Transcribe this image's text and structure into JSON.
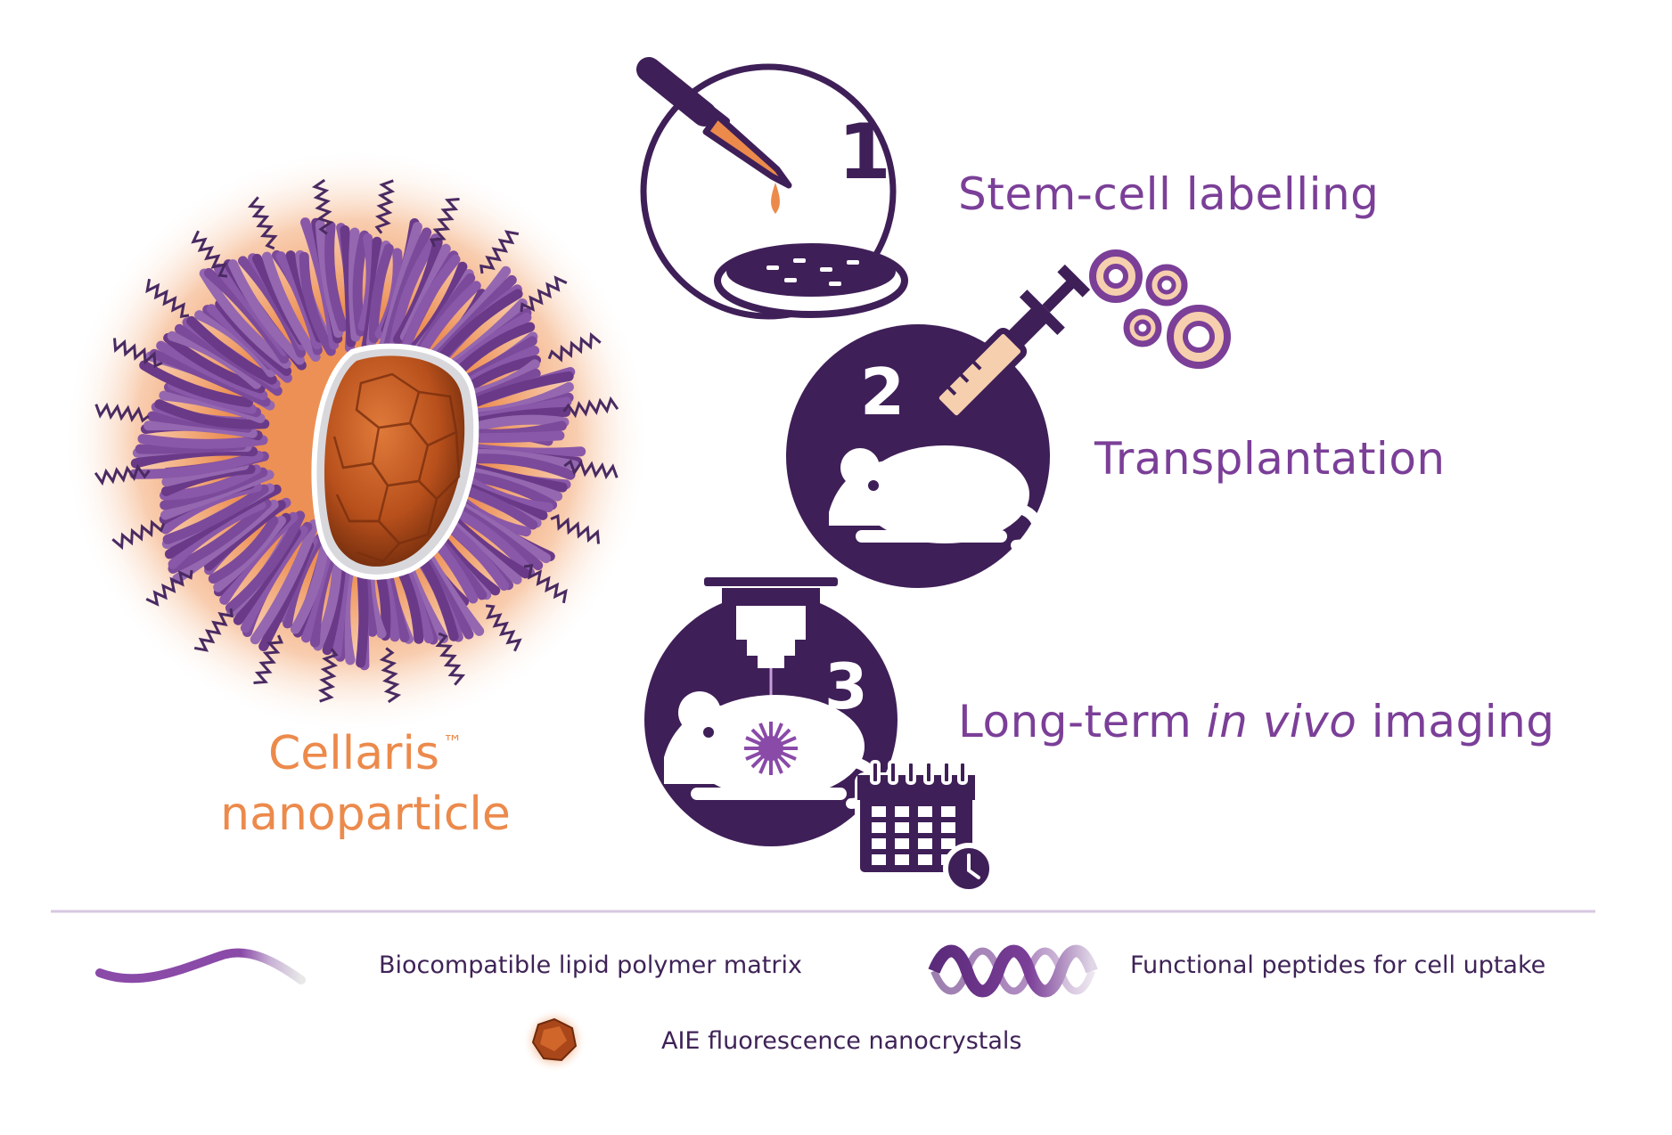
{
  "colors": {
    "purple_dark": "#3f1f58",
    "purple_mid": "#7b3f98",
    "purple_light": "#9b6bb5",
    "orange": "#ec8a4c",
    "orange_dark": "#c85a1e",
    "peach": "#f6cfae"
  },
  "particle": {
    "name": "Cellaris",
    "trademark": "™",
    "subtitle": "nanoparticle"
  },
  "steps": [
    {
      "number": "1",
      "title": "Stem-cell labelling",
      "icon": "dropper-petri-dish-icon"
    },
    {
      "number": "2",
      "title": "Transplantation",
      "icon": "syringe-mouse-icon"
    },
    {
      "number": "3",
      "title_prefix": "Long-term ",
      "title_italic": "in vivo",
      "title_suffix": " imaging",
      "icon": "microscope-mouse-icon"
    }
  ],
  "legend": [
    {
      "text": "Biocompatible lipid polymer matrix",
      "icon": "lipid-strand-icon"
    },
    {
      "text": "Functional peptides for cell uptake",
      "icon": "peptide-helix-icon"
    },
    {
      "text": "AIE fluorescence nanocrystals",
      "icon": "nanocrystal-icon"
    }
  ]
}
